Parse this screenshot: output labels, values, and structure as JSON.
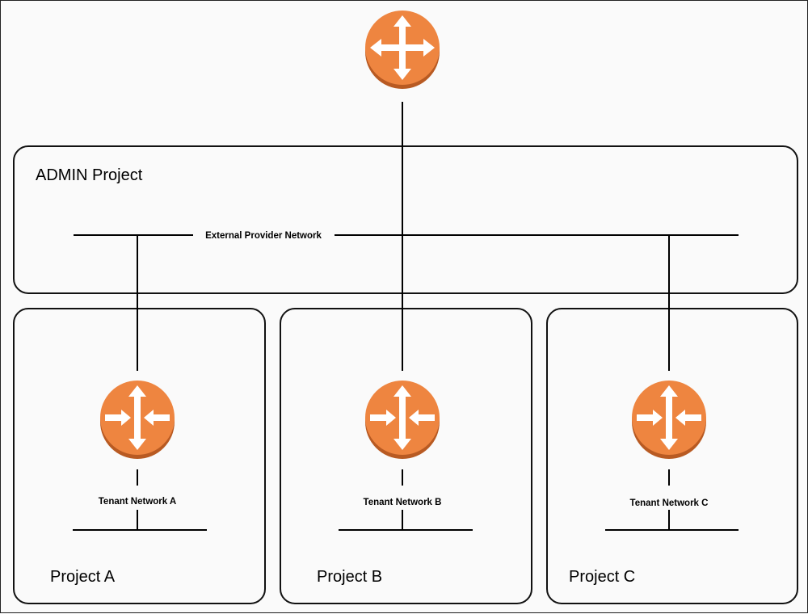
{
  "admin_project": {
    "label": "ADMIN Project",
    "external_network_label": "External Provider Network"
  },
  "projects": [
    {
      "label": "Project A",
      "network_label": "Tenant Network A"
    },
    {
      "label": "Project B",
      "network_label": "Tenant Network B"
    },
    {
      "label": "Project C",
      "network_label": "Tenant Network C"
    }
  ],
  "colors": {
    "router_face": "#ee8540",
    "router_shadow": "#b85a22",
    "router_arrow": "#ffffff"
  },
  "icons": {
    "external_router": "router-4way-out-icon",
    "tenant_router": "router-in-out-icon"
  }
}
